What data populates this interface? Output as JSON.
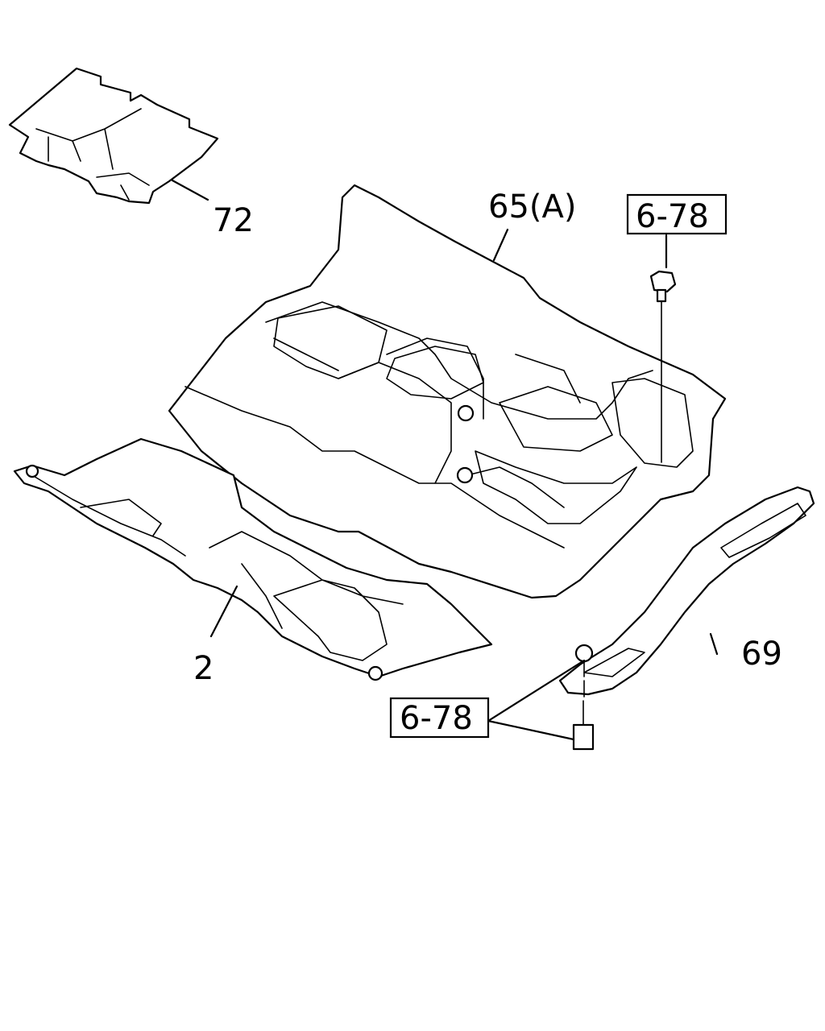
{
  "callouts": {
    "part_72": "72",
    "part_65a": "65(A)",
    "ref_top": "6-78",
    "part_2": "2",
    "part_69": "69",
    "ref_bottom": "6-78"
  }
}
